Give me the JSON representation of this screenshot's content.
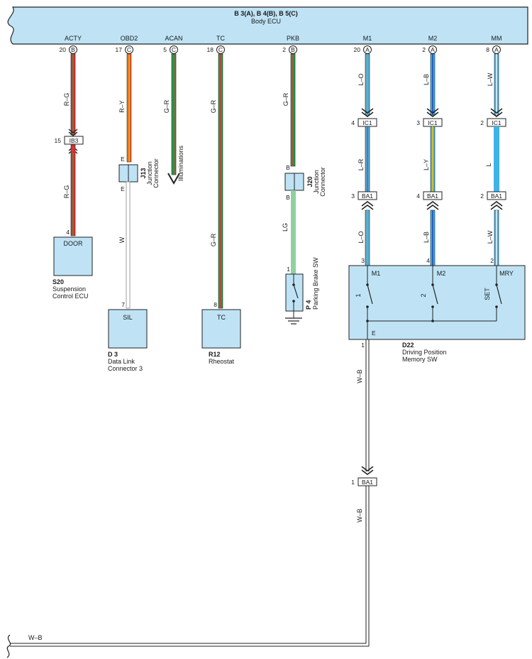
{
  "ecu": {
    "code": "B 3(A), B 4(B), B 5(C)",
    "name": "Body ECU"
  },
  "terminals": {
    "acty": {
      "name": "ACTY",
      "pin": "20",
      "conn": "B"
    },
    "obd2": {
      "name": "OBD2",
      "pin": "17",
      "conn": "C"
    },
    "acan": {
      "name": "ACAN",
      "pin": "5",
      "conn": "C"
    },
    "tc": {
      "name": "TC",
      "pin": "18",
      "conn": "C"
    },
    "pkb": {
      "name": "PKB",
      "pin": "2",
      "conn": "B"
    },
    "m1": {
      "name": "M1",
      "pin": "20",
      "conn": "A"
    },
    "m2": {
      "name": "M2",
      "pin": "2",
      "conn": "A"
    },
    "mm": {
      "name": "MM",
      "pin": "8",
      "conn": "A"
    }
  },
  "wires": {
    "acty_top": "R–G",
    "acty_bot": "R–G",
    "obd2_top": "R–Y",
    "obd2_bot": "W",
    "acan": "G–R",
    "tc_top": "G–R",
    "tc_bot": "G–R",
    "pkb_top": "G–R",
    "pkb_bot": "LG",
    "m1_top": "L–O",
    "m1_mid": "L–R",
    "m1_bot": "L–O",
    "m2_top": "L–B",
    "m2_mid": "L–Y",
    "m2_bot": "L–B",
    "mm_top": "L–W",
    "mm_mid": "L",
    "mm_bot": "L–W",
    "ground_1": "W–B",
    "ground_2": "W–B",
    "ground_bottom": "W–B"
  },
  "connectors": {
    "ib3": {
      "label": "IB3",
      "pin": "15"
    },
    "ic1_m1": {
      "label": "IC1",
      "pin": "4"
    },
    "ic1_m2": {
      "label": "IC1",
      "pin": "3"
    },
    "ic1_mm": {
      "label": "IC1",
      "pin": "2"
    },
    "ba1_m1": {
      "label": "BA1",
      "pin": "3"
    },
    "ba1_m2": {
      "label": "BA1",
      "pin": "4"
    },
    "ba1_mm": {
      "label": "BA1",
      "pin": "2"
    },
    "ba1_ground": {
      "label": "BA1",
      "pin": "1"
    }
  },
  "junctions": {
    "j13": {
      "code": "J13",
      "name_1": "Junction",
      "name_2": "Connector",
      "pin_top": "E",
      "pin_bot": "E"
    },
    "j20": {
      "code": "J20",
      "name_1": "Junction",
      "name_2": "Connector",
      "pin_top": "B",
      "pin_bot": "B"
    }
  },
  "arrow_label": "Illuminations",
  "components": {
    "s20": {
      "code": "S20",
      "name_1": "Suspension",
      "name_2": "Control ECU",
      "box": "DOOR",
      "pin": "4"
    },
    "d3": {
      "code": "D 3",
      "name_1": "Data Link",
      "name_2": "Connector 3",
      "box": "SIL",
      "pin": "7"
    },
    "r12": {
      "code": "R12",
      "name_1": "Rheostat",
      "box": "TC",
      "pin": "8"
    },
    "p4": {
      "code": "P 4",
      "name_1": "Parking Brake SW",
      "pin": "1"
    },
    "d22": {
      "code": "D22",
      "name_1": "Driving Position",
      "name_2": "Memory SW",
      "sw_m1": "M1",
      "sw_m2": "M2",
      "sw_mry": "MRY",
      "pin_m1": "3",
      "pin_m2": "4",
      "pin_mry": "2",
      "label_1": "1",
      "label_2": "2",
      "label_set": "SET",
      "pin_e": "E",
      "pin_e_num": "1"
    }
  },
  "colors": {
    "fill": "#bfe3f5",
    "red": "#e03030",
    "green": "#2a9d4a",
    "yellow": "#f2c200",
    "blue": "#1e5fc0",
    "lightblue": "#3fb3e8",
    "orange": "#f08a1e",
    "lightgreen": "#8fd19e",
    "white_wire": "#bbbbbb"
  }
}
